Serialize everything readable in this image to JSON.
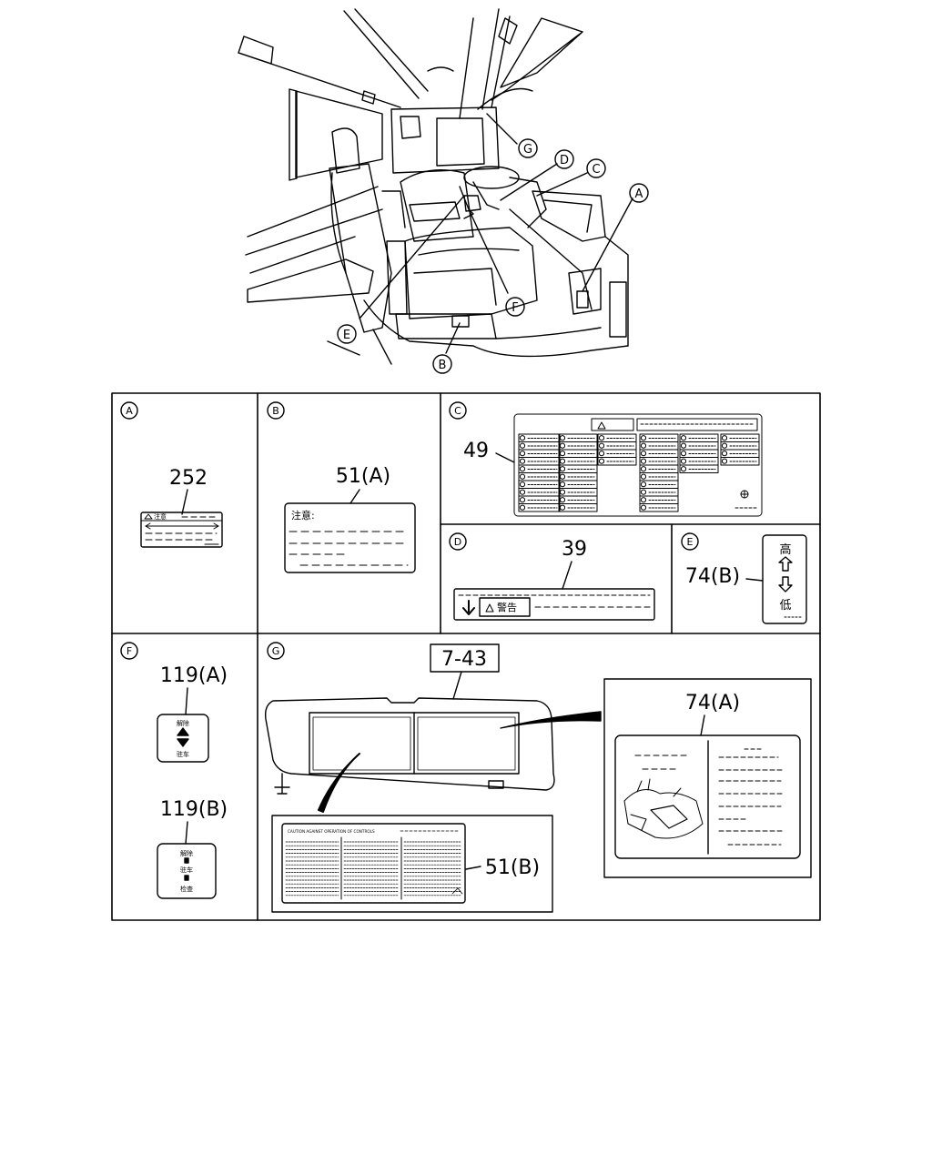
{
  "callouts": {
    "A": "A",
    "B": "B",
    "C": "C",
    "D": "D",
    "E": "E",
    "F": "F",
    "G": "G"
  },
  "panels": {
    "A": {
      "letter": "A",
      "part": "252",
      "label_head": "注意"
    },
    "B": {
      "letter": "B",
      "part": "51(A)",
      "label_head": "注意:"
    },
    "C": {
      "letter": "C",
      "part": "49"
    },
    "D": {
      "letter": "D",
      "part": "39",
      "label_head": "警告"
    },
    "E": {
      "letter": "E",
      "part": "74(B)",
      "top": "高",
      "bottom": "低"
    },
    "F": {
      "letter": "F",
      "part_a": "119(A)",
      "a_top": "解除",
      "a_bottom": "驻车",
      "part_b": "119(B)",
      "b_top": "解除",
      "b_mid": "驻车",
      "b_bottom": "检查"
    },
    "G": {
      "letter": "G",
      "ref": "7-43",
      "label_a": "74(A)",
      "label_b": "51(B)",
      "label_b_head": "CAUTION AGAINST OPERATION OF CONTROLS"
    }
  }
}
